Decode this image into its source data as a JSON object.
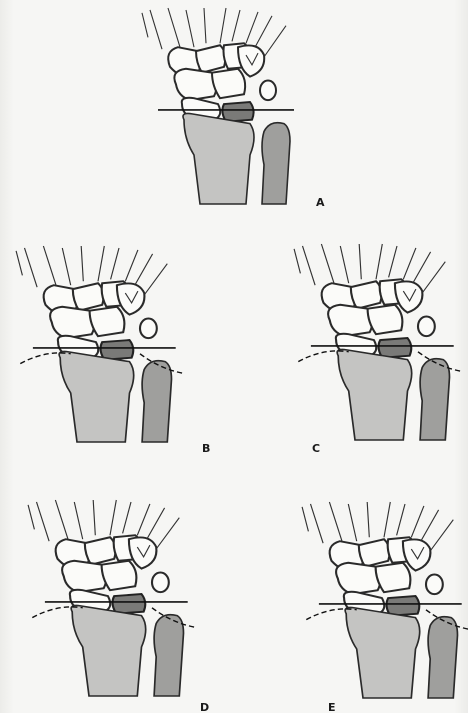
{
  "panels": [
    {
      "id": "A",
      "label": "A"
    },
    {
      "id": "B",
      "label": "B"
    },
    {
      "id": "C",
      "label": "C"
    },
    {
      "id": "D",
      "label": "D"
    },
    {
      "id": "E",
      "label": "E"
    }
  ],
  "colors": {
    "paper": "#f6f6f4",
    "outline": "#2a2a2a",
    "lunate": "#7a7a78",
    "radius": "#c4c4c2",
    "ulna": "#9f9f9d"
  }
}
